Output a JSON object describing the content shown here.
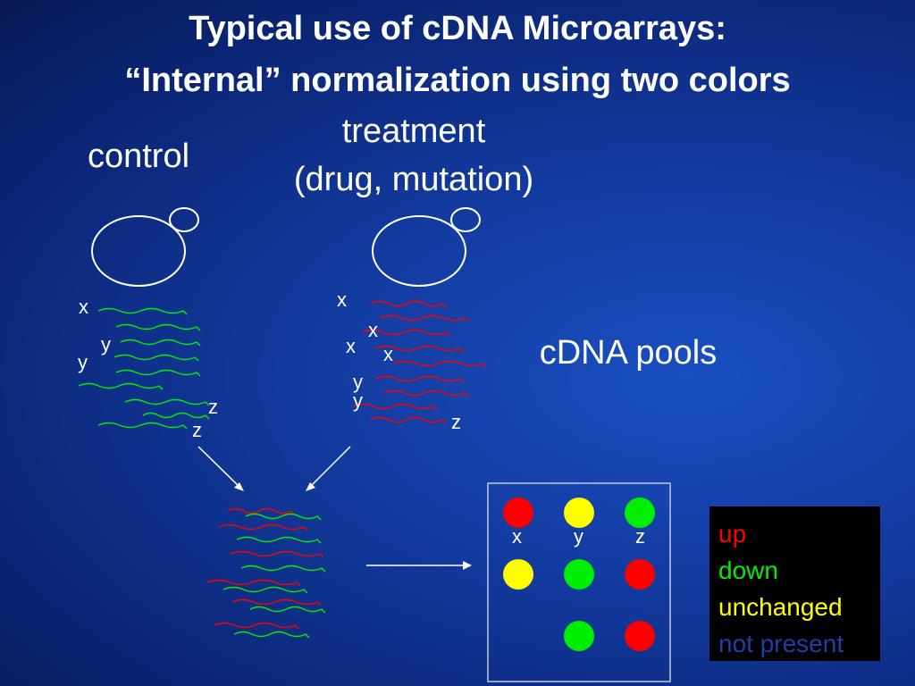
{
  "title": {
    "line1": "Typical use of cDNA Microarrays:",
    "line2": "“Internal” normalization using two colors"
  },
  "labels": {
    "control": "control",
    "treatment_line1": "treatment",
    "treatment_line2": "(drug, mutation)",
    "cdna_pools": "cDNA pools"
  },
  "control_letters": [
    "x",
    "y",
    "y",
    "z",
    "z"
  ],
  "treatment_letters": [
    "x",
    "x",
    "x",
    "x",
    "y",
    "y",
    "z"
  ],
  "array_letters": [
    "x",
    "y",
    "z"
  ],
  "colors": {
    "red": "#ff0000",
    "green": "#00ee00",
    "yellow": "#ffff00",
    "not_present": "#1e3fa8",
    "legend_bg": "#000000"
  },
  "array_spots": [
    [
      "red",
      "yellow",
      "green"
    ],
    [
      "yellow",
      "green",
      "red"
    ],
    [
      "none",
      "green",
      "red"
    ]
  ],
  "legend": [
    {
      "label": "up",
      "color": "#ff0000"
    },
    {
      "label": "down",
      "color": "#00ee00"
    },
    {
      "label": "unchanged",
      "color": "#ffff00"
    },
    {
      "label": "not present",
      "color": "#1e3fa8"
    }
  ]
}
